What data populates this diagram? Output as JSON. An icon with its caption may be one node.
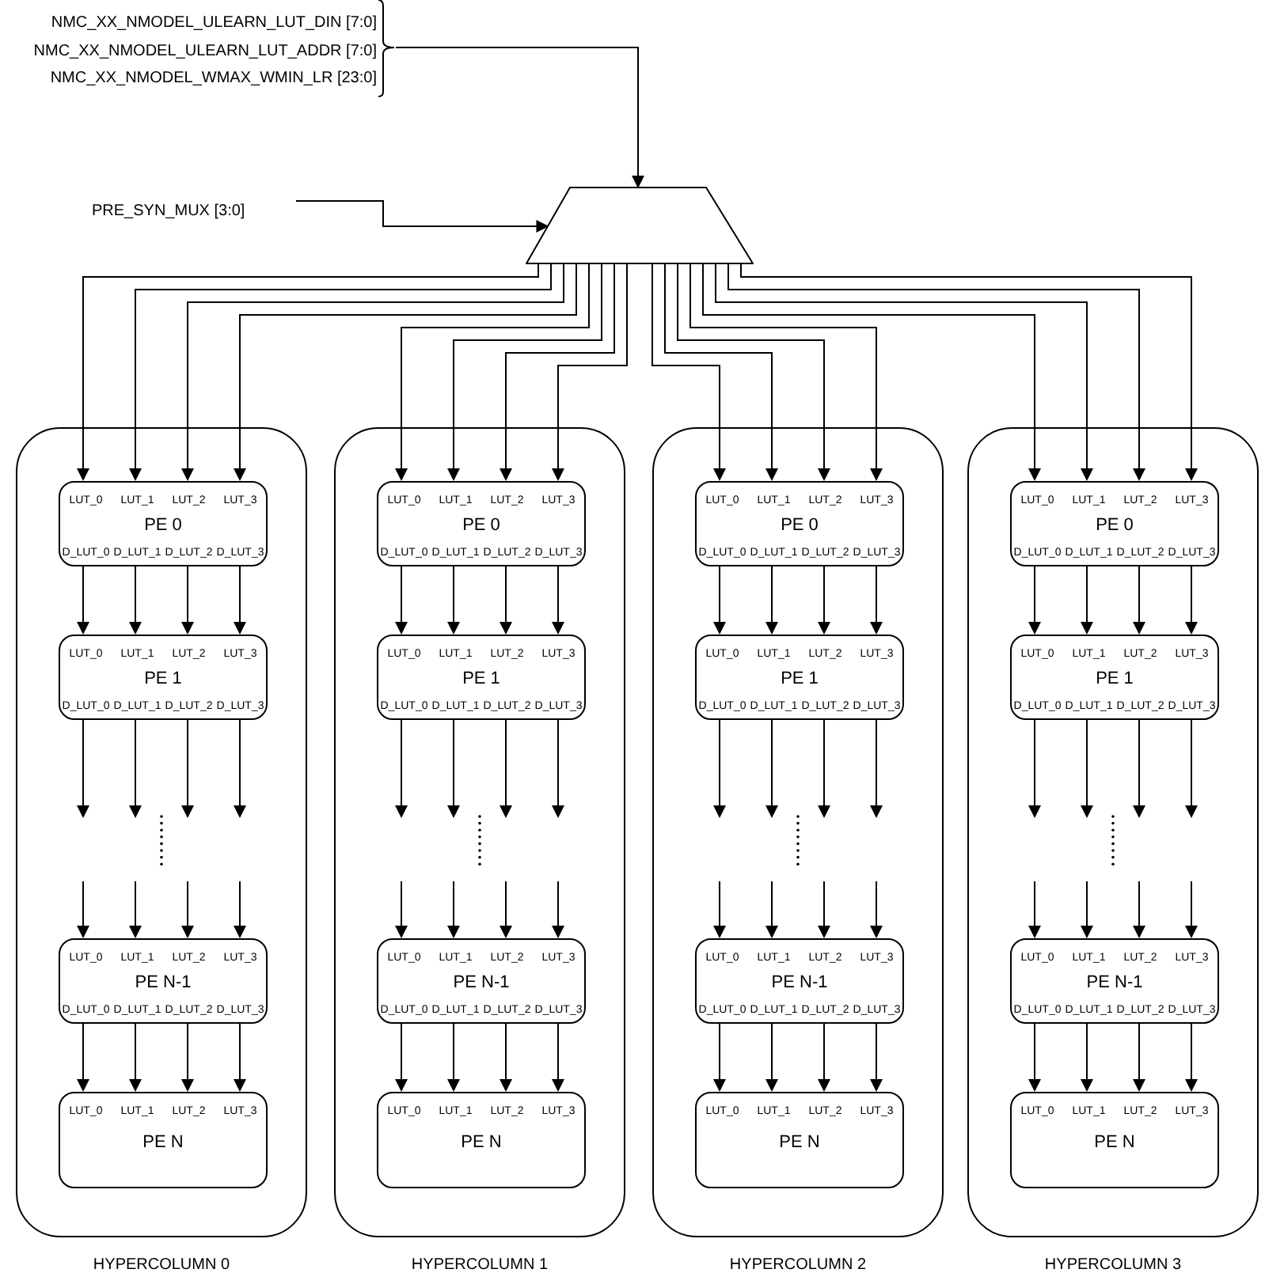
{
  "diagram": {
    "nodes": [
      {
        "text": [
          "NMC_XX_NMODEL_ULEARN_LUT_DIN [7:0]",
          "NMC_XX_NMODEL_ULEARN_LUT_ADDR [7:0]",
          "NMC_XX_NMODEL_WMAX_WMIN_LR [23:0]"
        ]
      },
      {
        "text": [
          "PRE_SYN_MUX [3:0]"
        ]
      },
      {
        "text": [],
        "shape": "trapezoid"
      },
      {
        "text": [
          "HYPERCOLUMN 0"
        ]
      },
      {
        "text": [
          "LUT_0",
          "LUT_1",
          "LUT_2",
          "LUT_3",
          "PE 0",
          "D_LUT_0",
          "D_LUT_1",
          "D_LUT_2",
          "D_LUT_3"
        ],
        "in": 3
      },
      {
        "text": [
          "LUT_0",
          "LUT_1",
          "LUT_2",
          "LUT_3",
          "PE 1",
          "D_LUT_0",
          "D_LUT_1",
          "D_LUT_2",
          "D_LUT_3"
        ],
        "in": 3
      },
      {
        "text": [
          "LUT_0",
          "LUT_1",
          "LUT_2",
          "LUT_3",
          "PE N-1",
          "D_LUT_0",
          "D_LUT_1",
          "D_LUT_2",
          "D_LUT_3"
        ],
        "in": 3
      },
      {
        "text": [
          "LUT_0",
          "LUT_1",
          "LUT_2",
          "LUT_3",
          "PE N"
        ],
        "in": 3
      },
      {
        "text": [
          "HYPERCOLUMN 1"
        ]
      },
      {
        "text": [
          "LUT_0",
          "LUT_1",
          "LUT_2",
          "LUT_3",
          "PE 0",
          "D_LUT_0",
          "D_LUT_1",
          "D_LUT_2",
          "D_LUT_3"
        ],
        "in": 8
      },
      {
        "text": [
          "LUT_0",
          "LUT_1",
          "LUT_2",
          "LUT_3",
          "PE 1",
          "D_LUT_0",
          "D_LUT_1",
          "D_LUT_2",
          "D_LUT_3"
        ],
        "in": 8
      },
      {
        "text": [
          "LUT_0",
          "LUT_1",
          "LUT_2",
          "LUT_3",
          "PE N-1",
          "D_LUT_0",
          "D_LUT_1",
          "D_LUT_2",
          "D_LUT_3"
        ],
        "in": 8
      },
      {
        "text": [
          "LUT_0",
          "LUT_1",
          "LUT_2",
          "LUT_3",
          "PE N"
        ],
        "in": 8
      },
      {
        "text": [
          "HYPERCOLUMN 2"
        ]
      },
      {
        "text": [
          "LUT_0",
          "LUT_1",
          "LUT_2",
          "LUT_3",
          "PE 0",
          "D_LUT_0",
          "D_LUT_1",
          "D_LUT_2",
          "D_LUT_3"
        ],
        "in": 13
      },
      {
        "text": [
          "LUT_0",
          "LUT_1",
          "LUT_2",
          "LUT_3",
          "PE 1",
          "D_LUT_0",
          "D_LUT_1",
          "D_LUT_2",
          "D_LUT_3"
        ],
        "in": 13
      },
      {
        "text": [
          "LUT_0",
          "LUT_1",
          "LUT_2",
          "LUT_3",
          "PE N-1",
          "D_LUT_0",
          "D_LUT_1",
          "D_LUT_2",
          "D_LUT_3"
        ],
        "in": 13
      },
      {
        "text": [
          "LUT_0",
          "LUT_1",
          "LUT_2",
          "LUT_3",
          "PE N"
        ],
        "in": 13
      },
      {
        "text": [
          "HYPERCOLUMN 3"
        ]
      },
      {
        "text": [
          "LUT_0",
          "LUT_1",
          "LUT_2",
          "LUT_3",
          "PE 0",
          "D_LUT_0",
          "D_LUT_1",
          "D_LUT_2",
          "D_LUT_3"
        ],
        "in": 18
      },
      {
        "text": [
          "LUT_0",
          "LUT_1",
          "LUT_2",
          "LUT_3",
          "PE 1",
          "D_LUT_0",
          "D_LUT_1",
          "D_LUT_2",
          "D_LUT_3"
        ],
        "in": 18
      },
      {
        "text": [
          "LUT_0",
          "LUT_1",
          "LUT_2",
          "LUT_3",
          "PE N-1",
          "D_LUT_0",
          "D_LUT_1",
          "D_LUT_2",
          "D_LUT_3"
        ],
        "in": 18
      },
      {
        "text": [
          "LUT_0",
          "LUT_1",
          "LUT_2",
          "LUT_3",
          "PE N"
        ],
        "in": 18
      }
    ],
    "edges": [
      {
        "from": 0,
        "to": 2,
        "arrow": "to"
      },
      {
        "from": 1,
        "to": 2,
        "arrow": "to"
      },
      {
        "from": 2,
        "to": 4,
        "arrow": "to"
      },
      {
        "from": 2,
        "to": 4,
        "arrow": "to"
      },
      {
        "from": 2,
        "to": 4,
        "arrow": "to"
      },
      {
        "from": 2,
        "to": 4,
        "arrow": "to"
      },
      {
        "from": 2,
        "to": 9,
        "arrow": "to"
      },
      {
        "from": 2,
        "to": 9,
        "arrow": "to"
      },
      {
        "from": 2,
        "to": 9,
        "arrow": "to"
      },
      {
        "from": 2,
        "to": 9,
        "arrow": "to"
      },
      {
        "from": 2,
        "to": 14,
        "arrow": "to"
      },
      {
        "from": 2,
        "to": 14,
        "arrow": "to"
      },
      {
        "from": 2,
        "to": 14,
        "arrow": "to"
      },
      {
        "from": 2,
        "to": 14,
        "arrow": "to"
      },
      {
        "from": 2,
        "to": 19,
        "arrow": "to"
      },
      {
        "from": 2,
        "to": 19,
        "arrow": "to"
      },
      {
        "from": 2,
        "to": 19,
        "arrow": "to"
      },
      {
        "from": 2,
        "to": 19,
        "arrow": "to"
      },
      {
        "from": 4,
        "to": 5,
        "arrow": "to"
      },
      {
        "from": 4,
        "to": 5,
        "arrow": "to"
      },
      {
        "from": 4,
        "to": 5,
        "arrow": "to"
      },
      {
        "from": 4,
        "to": 5,
        "arrow": "to"
      },
      {
        "from": 5,
        "to": null,
        "arrow": "to"
      },
      {
        "from": 5,
        "to": null,
        "arrow": "to"
      },
      {
        "from": 5,
        "to": null,
        "arrow": "to"
      },
      {
        "from": 5,
        "to": null,
        "arrow": "to"
      },
      {
        "from": null,
        "to": 6,
        "arrow": "to"
      },
      {
        "from": null,
        "to": 6,
        "arrow": "to"
      },
      {
        "from": null,
        "to": 6,
        "arrow": "to"
      },
      {
        "from": null,
        "to": 6,
        "arrow": "to"
      },
      {
        "from": 6,
        "to": 7,
        "arrow": "to"
      },
      {
        "from": 6,
        "to": 7,
        "arrow": "to"
      },
      {
        "from": 6,
        "to": 7,
        "arrow": "to"
      },
      {
        "from": 6,
        "to": 7,
        "arrow": "to"
      },
      {
        "from": 9,
        "to": 10,
        "arrow": "to"
      },
      {
        "from": 9,
        "to": 10,
        "arrow": "to"
      },
      {
        "from": 9,
        "to": 10,
        "arrow": "to"
      },
      {
        "from": 9,
        "to": 10,
        "arrow": "to"
      },
      {
        "from": 10,
        "to": null,
        "arrow": "to"
      },
      {
        "from": 10,
        "to": null,
        "arrow": "to"
      },
      {
        "from": 10,
        "to": null,
        "arrow": "to"
      },
      {
        "from": 10,
        "to": null,
        "arrow": "to"
      },
      {
        "from": null,
        "to": 11,
        "arrow": "to"
      },
      {
        "from": null,
        "to": 11,
        "arrow": "to"
      },
      {
        "from": null,
        "to": 11,
        "arrow": "to"
      },
      {
        "from": null,
        "to": 11,
        "arrow": "to"
      },
      {
        "from": 11,
        "to": 12,
        "arrow": "to"
      },
      {
        "from": 11,
        "to": 12,
        "arrow": "to"
      },
      {
        "from": 11,
        "to": 12,
        "arrow": "to"
      },
      {
        "from": 11,
        "to": 12,
        "arrow": "to"
      },
      {
        "from": 14,
        "to": 15,
        "arrow": "to"
      },
      {
        "from": 14,
        "to": 15,
        "arrow": "to"
      },
      {
        "from": 14,
        "to": 15,
        "arrow": "to"
      },
      {
        "from": 14,
        "to": 15,
        "arrow": "to"
      },
      {
        "from": 15,
        "to": null,
        "arrow": "to"
      },
      {
        "from": 15,
        "to": null,
        "arrow": "to"
      },
      {
        "from": 15,
        "to": null,
        "arrow": "to"
      },
      {
        "from": 15,
        "to": null,
        "arrow": "to"
      },
      {
        "from": null,
        "to": 16,
        "arrow": "to"
      },
      {
        "from": null,
        "to": 16,
        "arrow": "to"
      },
      {
        "from": null,
        "to": 16,
        "arrow": "to"
      },
      {
        "from": null,
        "to": 16,
        "arrow": "to"
      },
      {
        "from": 16,
        "to": 17,
        "arrow": "to"
      },
      {
        "from": 16,
        "to": 17,
        "arrow": "to"
      },
      {
        "from": 16,
        "to": 17,
        "arrow": "to"
      },
      {
        "from": 16,
        "to": 17,
        "arrow": "to"
      },
      {
        "from": 19,
        "to": 20,
        "arrow": "to"
      },
      {
        "from": 19,
        "to": 20,
        "arrow": "to"
      },
      {
        "from": 19,
        "to": 20,
        "arrow": "to"
      },
      {
        "from": 19,
        "to": 20,
        "arrow": "to"
      },
      {
        "from": 20,
        "to": null,
        "arrow": "to"
      },
      {
        "from": 20,
        "to": null,
        "arrow": "to"
      },
      {
        "from": 20,
        "to": null,
        "arrow": "to"
      },
      {
        "from": 20,
        "to": null,
        "arrow": "to"
      },
      {
        "from": null,
        "to": 21,
        "arrow": "to"
      },
      {
        "from": null,
        "to": 21,
        "arrow": "to"
      },
      {
        "from": null,
        "to": 21,
        "arrow": "to"
      },
      {
        "from": null,
        "to": 21,
        "arrow": "to"
      },
      {
        "from": 21,
        "to": 22,
        "arrow": "to"
      },
      {
        "from": 21,
        "to": 22,
        "arrow": "to"
      },
      {
        "from": 21,
        "to": 22,
        "arrow": "to"
      },
      {
        "from": 21,
        "to": 22,
        "arrow": "to"
      }
    ]
  }
}
